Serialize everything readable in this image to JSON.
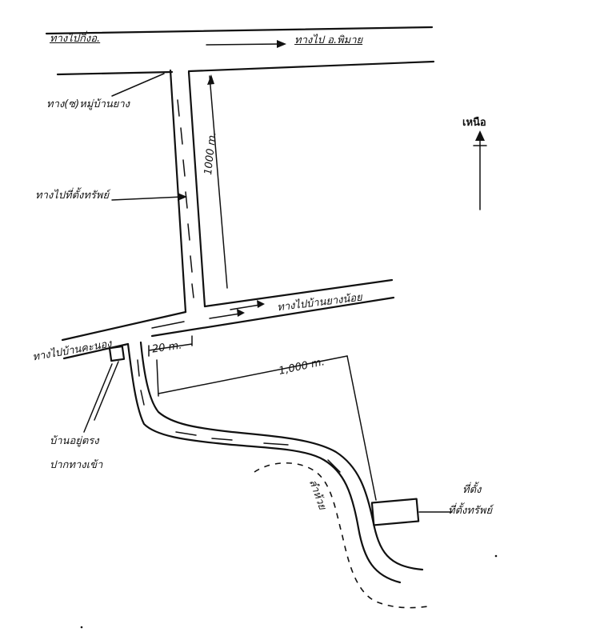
{
  "labels": {
    "road_top_left": "ทางไปกิ่งอ.",
    "road_top_right": "ทางไป อ.พิมาย",
    "branch_village_road": "ทาง(ซ)หมู่บ้านยาง",
    "to_site_road": "ทางไปที่ตั้งทรัพย์",
    "distance_vertical": "1000 m.",
    "road_mid_right": "ทางไปบ้านยางน้อย",
    "road_left_mid": "ทางไปบ้านคะนอง",
    "distance_short": "20 m.",
    "distance_long": "1,000 m.",
    "landmark_house_line1": "บ้านอยู่ตรง",
    "landmark_house_line2": "ปากทางเข้า",
    "water_label": "ลำห้วย",
    "site_line1": "ที่ตั้ง",
    "site_line2": "ที่ตั้งทรัพย์",
    "north": "เหนือ"
  },
  "colors": {
    "ink": "#111111",
    "paper": "#ffffff"
  }
}
